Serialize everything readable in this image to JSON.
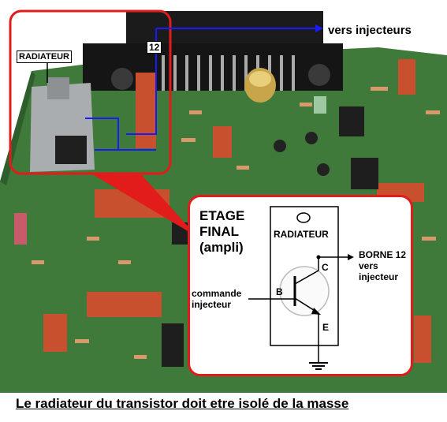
{
  "photo": {
    "label_radiateur": "RADIATEUR",
    "label_pin": "12",
    "label_injecteurs": "vers injecteurs"
  },
  "schematic": {
    "title_line1": "ETAGE",
    "title_line2": "FINAL",
    "title_line3": "(ampli)",
    "box_label": "RADIATEUR",
    "borne_line1": "BORNE 12",
    "borne_line2": "vers",
    "borne_line3": "injecteur",
    "commande_line1": "commande",
    "commande_line2": "injecteur",
    "pin_b": "B",
    "pin_c": "C",
    "pin_e": "E"
  },
  "caption": "Le radiateur du transistor doit etre isolé de la masse",
  "colors": {
    "highlight_red": "#e21b1b",
    "wire_blue": "#1a1aff",
    "board_green": "#3f7a3a",
    "capacitor_red": "#c9502f"
  }
}
